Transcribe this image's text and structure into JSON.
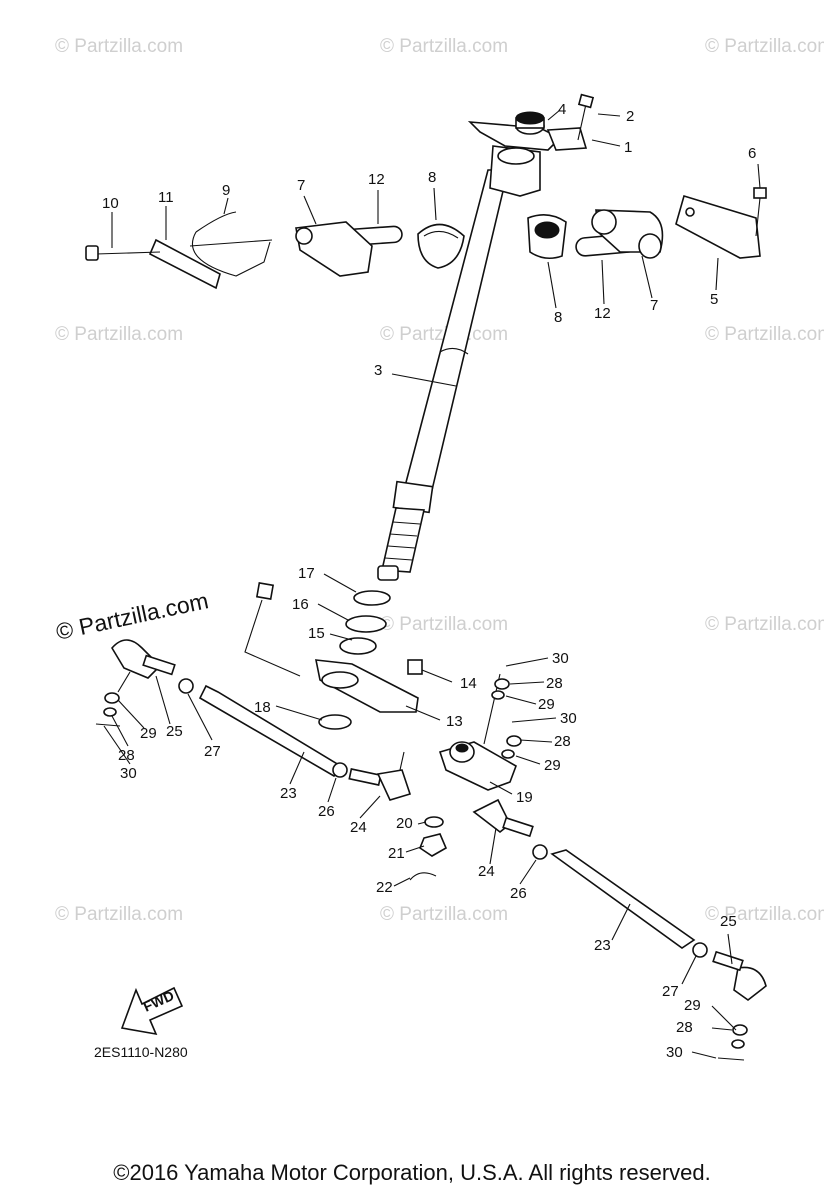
{
  "watermarks": {
    "text": "© Partzilla.com",
    "featured": "© Partzilla.com"
  },
  "callouts": [
    "1",
    "2",
    "3",
    "4",
    "5",
    "6",
    "7",
    "7",
    "8",
    "8",
    "9",
    "10",
    "11",
    "12",
    "12",
    "13",
    "14",
    "15",
    "16",
    "17",
    "18",
    "19",
    "20",
    "21",
    "22",
    "23",
    "23",
    "24",
    "24",
    "25",
    "25",
    "26",
    "26",
    "27",
    "27",
    "28",
    "28",
    "28",
    "28",
    "29",
    "29",
    "29",
    "29",
    "30",
    "30",
    "30",
    "30"
  ],
  "fwd_label": "FWD",
  "diagram_code": "2ES1110-N280",
  "footer": {
    "copyright": "©2016  Yamaha Motor Corporation, U.S.A. All rights reserved."
  }
}
